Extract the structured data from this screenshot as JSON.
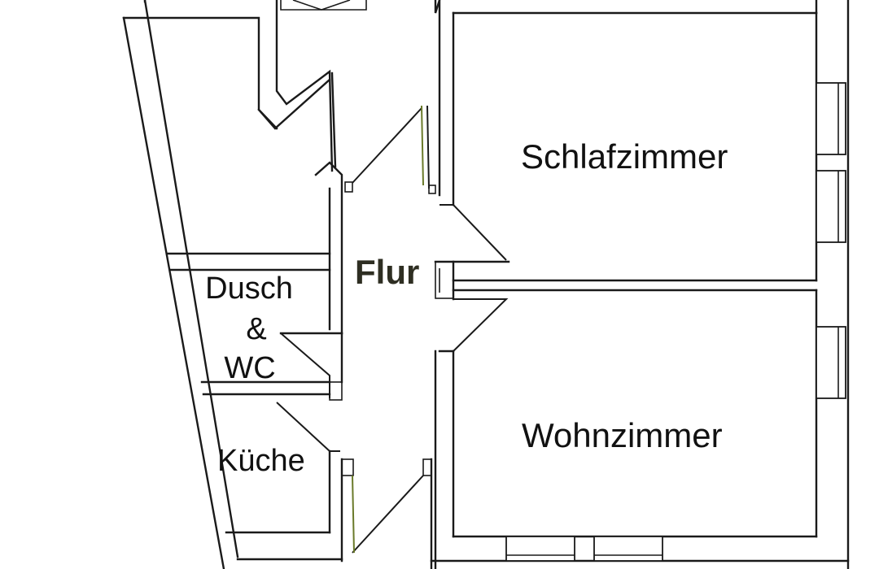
{
  "rooms": {
    "schlafzimmer": "Schlafzimmer",
    "wohnzimmer": "Wohnzimmer",
    "flur": "Flur",
    "dusch_line1": "Dusch",
    "dusch_line2": "&",
    "dusch_line3": "WC",
    "kueche": "Küche"
  },
  "colors": {
    "wall": "#1a1a1a",
    "background": "#ffffff",
    "door_accent": "#6a7a2a"
  }
}
